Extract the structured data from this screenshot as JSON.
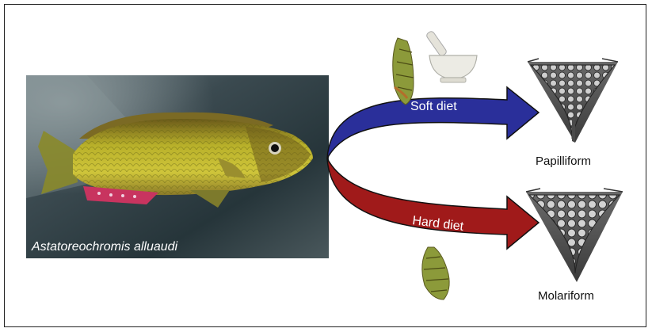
{
  "fish": {
    "species_caption": "Astatoreochromis alluaudi"
  },
  "arrows": {
    "soft": {
      "label": "Soft diet",
      "color": "#2a2f9a"
    },
    "hard": {
      "label": "Hard diet",
      "color": "#a01a1a"
    }
  },
  "outcomes": {
    "soft": {
      "label": "Papilliform"
    },
    "hard": {
      "label": "Molariform"
    }
  },
  "icons": {
    "soft_food": [
      "snail-icon",
      "mortar-pestle-icon"
    ],
    "hard_food": [
      "snail-icon"
    ]
  }
}
